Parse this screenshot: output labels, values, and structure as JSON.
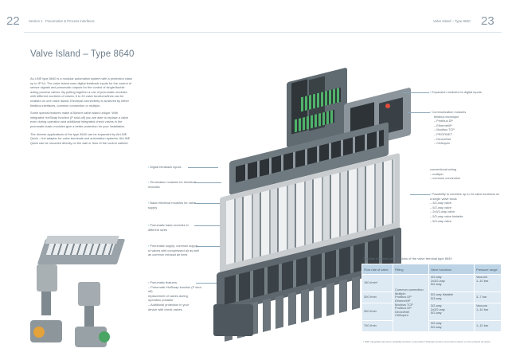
{
  "header": {
    "left_page_number": "22",
    "left_running_head": "Section 1 · Pneumatics & Process interfaces",
    "right_page_number": "23",
    "right_running_head": "Valve Island – Type 8640"
  },
  "page_title": "Valve Island – Type 8640",
  "intro_paragraphs": [
    "As LINE type 8640 is a modular automation system with a protection class up to IP 54. The valve island uses digital feedback inputs for the control of sensor signals and pneumatic outputs for the control of single/double acting process valves. By putting together a row of pneumatic modules with different numbers of valves, 6 to 24 valve functions/lines can be realised on one valve island. Electrical connectivity is achieved by either fieldbus interfaces, common connection or multipin.",
    "Some special features make a Bürkert valve island unique. With integrated HotSwap function (P shut-off) you are able to replace a valve even during operation and additional integrated check valves in the pneumatic basic modules give a better protection for your installation.",
    "The diverse applications of the type 8640 can be expanded by AirLINE Quick – the adapter for valve terminals and automation systems. AirLINE Quick can be mounted directly on the wall or floor of the control cabinet."
  ],
  "callouts_left": [
    {
      "text": "Digital feedback inputs"
    },
    {
      "text": "Termination modules for electrical modules"
    },
    {
      "text": "Basic electrical modules for valve supply"
    },
    {
      "text": "Pneumatic basic modules in different sizes"
    },
    {
      "text": "Pneumatic supply: common supply of valves with compressed air as well as common exhaust air lines"
    },
    {
      "text": "Pneumatic features:",
      "items": [
        "– Pneumatic HotSwap function (P shut-off)",
        "  replacement of valves during",
        "  operation possible",
        "– Additional protection in your",
        "  device with check valves"
      ]
    }
  ],
  "callouts_right": [
    {
      "text": "Expansion modules for digital inputs"
    },
    {
      "text": "Communication modules",
      "items": [
        "fieldbus technique",
        "– Profibus DP",
        "– Ethernet/IP",
        "– Modbus TCP",
        "– PROFINET",
        "– DeviceNet",
        "– CANopen"
      ]
    },
    {
      "text": "conventional wiring",
      "items": [
        "– multipin",
        "– common connection"
      ],
      "plain": true
    },
    {
      "text": "Possibility to combine up to 24 valve functions on a single valve block",
      "items": [
        "– 3/2-way valve",
        "– 5/2-way valve",
        "– 2x3/2-way valve",
        "– 5/3-way valve bistable",
        "– 5/3-way valve"
      ]
    }
  ],
  "table": {
    "caption": "Possible functions and versions of the valve terminal type 8640",
    "headers": [
      "Flow rate of valve",
      "Fitting",
      "Valve functions",
      "Pressure range"
    ],
    "rows": [
      {
        "flow": "150 l/min*",
        "functions": "3/2-way\n2x3/2-way\n5/2-way",
        "pressure": "Vacuum\n1–10 bar"
      },
      {
        "flow": "300 l/min",
        "functions": "5/2-way bistable\n5/3-way",
        "pressure": "3–7 bar"
      },
      {
        "flow": "300 l/min",
        "functions": "3/2-way\n2x3/2-way\n5/2-way",
        "pressure": "Vacuum\n1–10 bar"
      },
      {
        "flow": "700 l/min",
        "functions": "3/2-way\n5/2-way",
        "pressure": "1–10 bar"
      }
    ],
    "fitting_merged": "Common connection\nMultipin\nProfibus DP\nEthernet/IP\nModbus TCP\nProfibus DP\nDeviceNet\nCANopen"
  },
  "footnote": "* With integrated pressure reliability function, pneumatic HotSwap function and check valves on the exhaust air ducts",
  "colors": {
    "accent": "#2ea3d9",
    "table_header": "#bcd4e6",
    "table_cell": "#dde9f3"
  }
}
